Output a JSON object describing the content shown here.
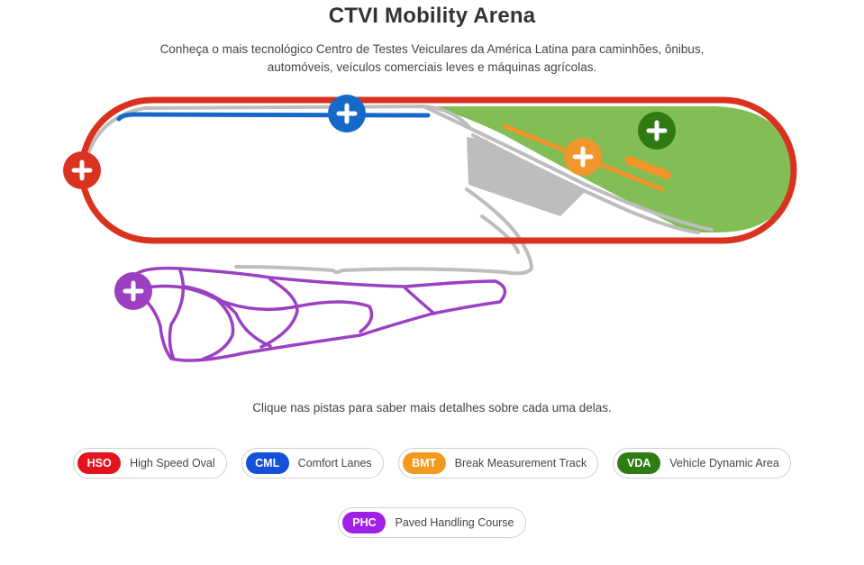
{
  "page": {
    "title": "CTVI Mobility Arena",
    "subtitle": "Conheça o mais tecnológico Centro de Testes Veiculares da América Latina para caminhões, ônibus, automóveis, veículos comerciais leves e máquinas agrícolas.",
    "hint": "Clique nas pistas para saber mais detalhes sobre cada uma delas."
  },
  "colors": {
    "hso": "#d9321f",
    "cml": "#1668c9",
    "bmt": "#f0962a",
    "vda": "#2f7a12",
    "vda_area": "#82be55",
    "phc": "#9b40c2",
    "grey_track": "#bdbdbd"
  },
  "map_markers": [
    {
      "id": "hso",
      "icon": "plus-icon"
    },
    {
      "id": "cml",
      "icon": "plus-icon"
    },
    {
      "id": "bmt",
      "icon": "plus-icon"
    },
    {
      "id": "vda",
      "icon": "plus-icon"
    },
    {
      "id": "phc",
      "icon": "plus-icon"
    }
  ],
  "legend": [
    {
      "code": "HSO",
      "label": "High Speed Oval",
      "color": "#e2141f"
    },
    {
      "code": "CML",
      "label": "Comfort Lanes",
      "color": "#1450d8"
    },
    {
      "code": "BMT",
      "label": "Break Measurement Track",
      "color": "#f39a1e"
    },
    {
      "code": "VDA",
      "label": "Vehicle Dynamic Area",
      "color": "#2e7d13"
    },
    {
      "code": "PHC",
      "label": "Paved Handling Course",
      "color": "#a020e8"
    }
  ]
}
